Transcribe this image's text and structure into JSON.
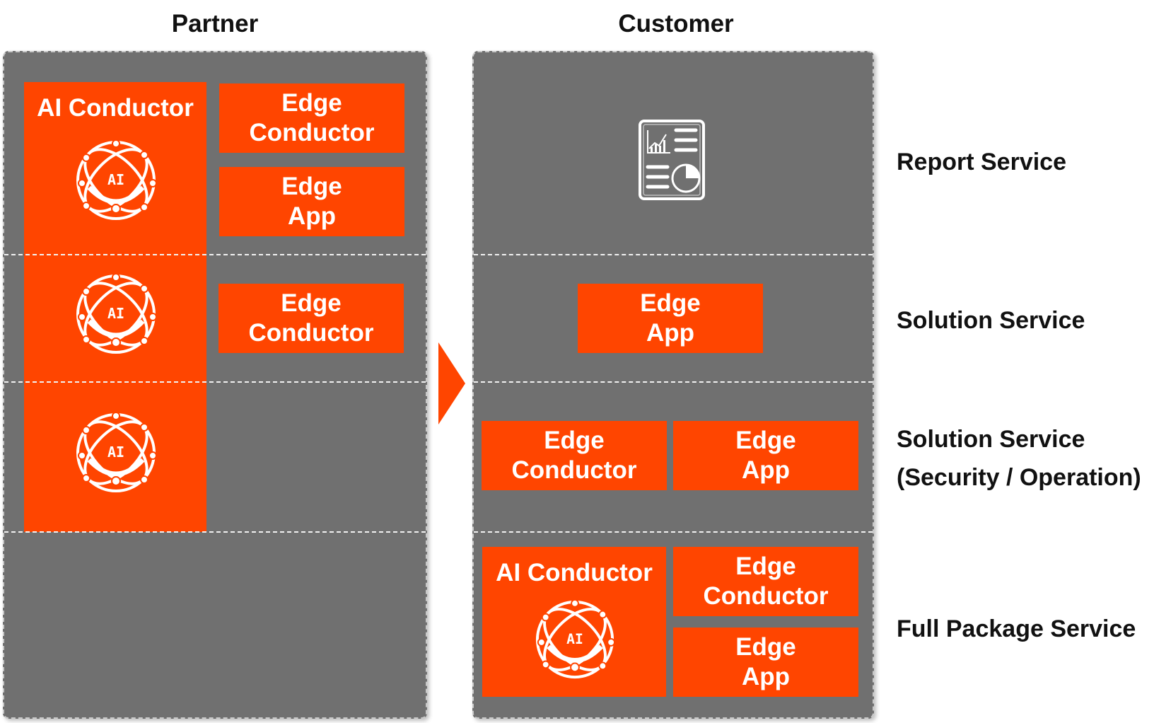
{
  "columns": {
    "partner": "Partner",
    "customer": "Customer"
  },
  "partner": {
    "ai_conductor_title": "AI Conductor",
    "ai_logo_text": "AI",
    "row1": {
      "edge_conductor": [
        "Edge",
        "Conductor"
      ],
      "edge_app": [
        "Edge",
        "App"
      ]
    },
    "row2": {
      "edge_conductor": [
        "Edge",
        "Conductor"
      ]
    }
  },
  "customer": {
    "report_icon": "report-document-icon",
    "row2": {
      "edge_app": [
        "Edge",
        "App"
      ]
    },
    "row3": {
      "edge_conductor": [
        "Edge",
        "Conductor"
      ],
      "edge_app": [
        "Edge",
        "App"
      ]
    },
    "row4": {
      "ai_conductor_title": "AI Conductor",
      "ai_logo_text": "AI",
      "edge_conductor": [
        "Edge",
        "Conductor"
      ],
      "edge_app": [
        "Edge",
        "App"
      ]
    }
  },
  "services": {
    "report": "Report Service",
    "solution": "Solution Service",
    "solution_security_line1": "Solution Service",
    "solution_security_line2": "(Security / Operation)",
    "full_package": "Full Package Service"
  },
  "colors": {
    "accent": "#ff4500",
    "panel": "#707070",
    "divider": "#f2f2f2"
  }
}
